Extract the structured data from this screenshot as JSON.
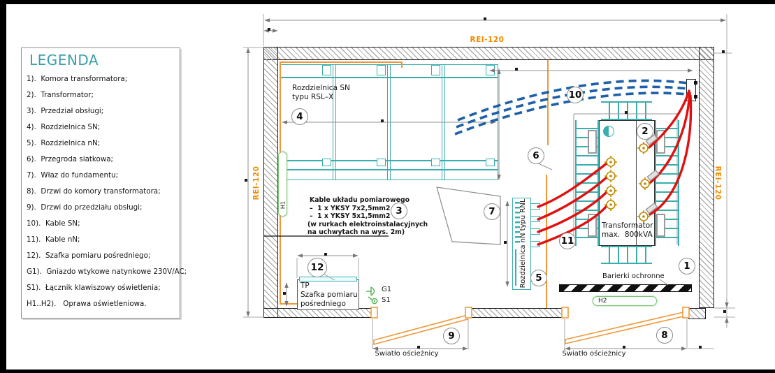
{
  "legend": {
    "title": "LEGENDA",
    "items": [
      "1).  Komora transformatora;",
      "2).  Transformator;",
      "3).  Przedział obsługi;",
      "4).  Rozdzielnica SN;",
      "5).  Rozdzielnica nN;",
      "6).  Przegroda siatkowa;",
      "7).  Właz do fundamentu;",
      "8).  Drzwi do komory transformatora;",
      "9).  Drzwi do przedziału obsługi;",
      "10).  Kable SN;",
      "11).  Kable nN;",
      "12).  Szafka pomiaru pośredniego;",
      "G1).  Gniazdo wtykowe natynkowe 230V/AC;",
      "S1).  Łącznik klawiszowy oświetlenia;",
      "H1..H2).   Oprawa oświetleniowa."
    ]
  },
  "labels": {
    "rei_top": "REI-120",
    "rei_left": "REI-120",
    "rei_right": "REI-120",
    "sn_line1": "Rozdzielnica SN",
    "sn_line2": "typu RSL–X",
    "nn_vertical": "Rozdzielnica nN typu RNL",
    "transformer_line1": "Transformator",
    "transformer_line2": "max.  800kVA",
    "barrier": "Barierki ochronne",
    "door_left": "Światło ościeżnicy",
    "door_right": "Światło ościeżnicy",
    "tp_line1": "TP",
    "tp_line2": "Szafka pomiaru",
    "tp_line3": "pośredniego",
    "g1": "G1",
    "s1": "S1",
    "h1": "H1",
    "h2": "H2"
  },
  "cable_note": {
    "lines": [
      "Kable układu pomiarowego",
      "–  1 x YKSY 7x2,5mm2",
      "–  1 x YKSY 5x1,5mm2",
      "(w rurkach elektroinstalacyjnych",
      "na uchwytach na wys. 2m)"
    ]
  },
  "balloons": {
    "b1": "1",
    "b2": "2",
    "b3": "3",
    "b4": "4",
    "b5": "5",
    "b6": "6",
    "b7": "7",
    "b8": "8",
    "b9": "9",
    "b10": "10",
    "b11": "11",
    "b12": "12"
  },
  "colors": {
    "teal_equipment": "#3aadad",
    "legend_title": "#3aa0a8",
    "orange_fire_rating": "#f08a00",
    "sn_cables_blue": "#1d5fa8",
    "nn_cables_red": "#e01010",
    "lighting_green": "#7cc576",
    "bushing_gold": "#c08a00"
  }
}
